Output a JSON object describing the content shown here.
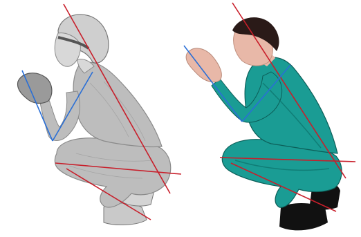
{
  "figures": [
    {
      "name": "photo-crouching-person",
      "style": "grayscale-photo",
      "skin_color": "#d8d8d8",
      "clothing_color": "#bdbdbd",
      "accent_color": "#555555"
    },
    {
      "name": "model-crouching-person",
      "style": "3d-render",
      "skin_color": "#e8b8a8",
      "clothing_color": "#1a9c94",
      "hair_color": "#2a1a18",
      "shoe_color": "#111111"
    }
  ],
  "overlay_colors": {
    "arm_line": "#2a6fd6",
    "body_line": "#c81e2a"
  }
}
